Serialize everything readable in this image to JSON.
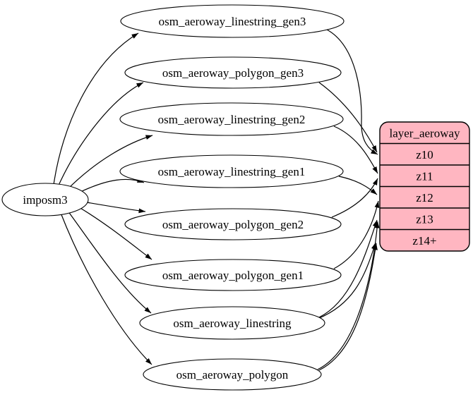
{
  "diagram": {
    "type": "etl-dependency-graph",
    "background_color": "#ffffff",
    "edge_color": "#000000",
    "node_fill_color": "#ffffff",
    "node_border_color": "#000000",
    "text_color": "#000000"
  },
  "nodes": {
    "source": {
      "id": "imposm3",
      "label": "imposm3"
    },
    "tables": [
      {
        "id": "osm_aeroway_linestring_gen3",
        "label": "osm_aeroway_linestring_gen3"
      },
      {
        "id": "osm_aeroway_polygon_gen3",
        "label": "osm_aeroway_polygon_gen3"
      },
      {
        "id": "osm_aeroway_linestring_gen2",
        "label": "osm_aeroway_linestring_gen2"
      },
      {
        "id": "osm_aeroway_linestring_gen1",
        "label": "osm_aeroway_linestring_gen1"
      },
      {
        "id": "osm_aeroway_polygon_gen2",
        "label": "osm_aeroway_polygon_gen2"
      },
      {
        "id": "osm_aeroway_polygon_gen1",
        "label": "osm_aeroway_polygon_gen1"
      },
      {
        "id": "osm_aeroway_linestring",
        "label": "osm_aeroway_linestring"
      },
      {
        "id": "osm_aeroway_polygon",
        "label": "osm_aeroway_polygon"
      }
    ],
    "layer": {
      "id": "layer_aeroway",
      "header": "layer_aeroway",
      "rows": [
        "z10",
        "z11",
        "z12",
        "z13",
        "z14+"
      ],
      "fill_color": "#ffb6c1",
      "border_color": "#000000"
    }
  },
  "edges": [
    {
      "from": "imposm3",
      "to": "osm_aeroway_linestring_gen3"
    },
    {
      "from": "imposm3",
      "to": "osm_aeroway_polygon_gen3"
    },
    {
      "from": "imposm3",
      "to": "osm_aeroway_linestring_gen2"
    },
    {
      "from": "imposm3",
      "to": "osm_aeroway_linestring_gen1"
    },
    {
      "from": "imposm3",
      "to": "osm_aeroway_polygon_gen2"
    },
    {
      "from": "imposm3",
      "to": "osm_aeroway_polygon_gen1"
    },
    {
      "from": "imposm3",
      "to": "osm_aeroway_linestring"
    },
    {
      "from": "imposm3",
      "to": "osm_aeroway_polygon"
    },
    {
      "from": "osm_aeroway_linestring_gen3",
      "to": "z10"
    },
    {
      "from": "osm_aeroway_polygon_gen3",
      "to": "z10"
    },
    {
      "from": "osm_aeroway_linestring_gen2",
      "to": "z11"
    },
    {
      "from": "osm_aeroway_polygon_gen2",
      "to": "z11"
    },
    {
      "from": "osm_aeroway_linestring_gen1",
      "to": "z12"
    },
    {
      "from": "osm_aeroway_polygon_gen1",
      "to": "z12"
    },
    {
      "from": "osm_aeroway_linestring",
      "to": "z13"
    },
    {
      "from": "osm_aeroway_linestring",
      "to": "z14+"
    },
    {
      "from": "osm_aeroway_polygon",
      "to": "z13"
    },
    {
      "from": "osm_aeroway_polygon",
      "to": "z14+"
    }
  ]
}
